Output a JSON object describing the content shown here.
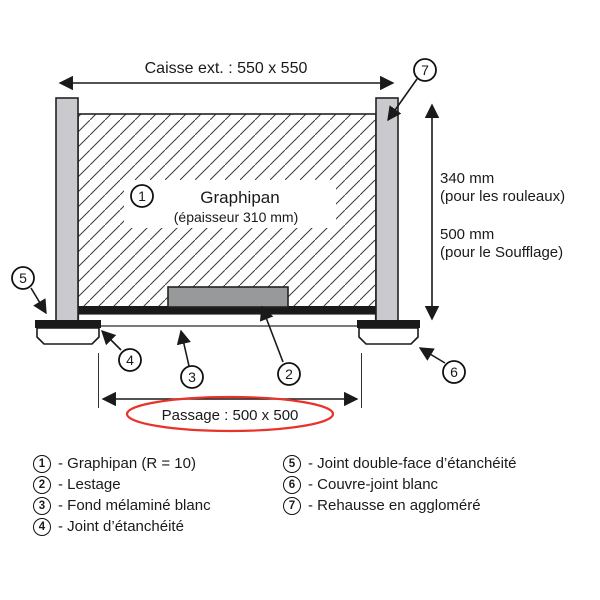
{
  "diagram": {
    "top_dimension_label": "Caisse ext. : 550 x 550",
    "panel": {
      "callout": "1",
      "name": "Graphipan",
      "thickness_note": "(épaisseur 310 mm)"
    },
    "right_dimensions": {
      "dim1_value": "340 mm",
      "dim1_note": "(pour les rouleaux)",
      "dim2_value": "500 mm",
      "dim2_note": "(pour le Soufflage)"
    },
    "bottom_dimension_label": "Passage : 500 x 500",
    "callouts": {
      "c1": "1",
      "c2": "2",
      "c3": "3",
      "c4": "4",
      "c5": "5",
      "c6": "6",
      "c7": "7"
    }
  },
  "legend": {
    "left": [
      {
        "num": "1",
        "label": "- Graphipan (R = 10)"
      },
      {
        "num": "2",
        "label": "- Lestage"
      },
      {
        "num": "3",
        "label": "- Fond mélaminé blanc"
      },
      {
        "num": "4",
        "label": "- Joint d’étanchéité"
      }
    ],
    "right": [
      {
        "num": "5",
        "label": "- Joint double-face d’étanchéité"
      },
      {
        "num": "6",
        "label": "- Couvre-joint blanc"
      },
      {
        "num": "7",
        "label": "- Rehausse en aggloméré"
      }
    ]
  },
  "colors": {
    "post_grey": "#cacace",
    "ballast_grey": "#97999b",
    "line_black": "#1a1a1a",
    "highlight_red": "#e8322a"
  }
}
